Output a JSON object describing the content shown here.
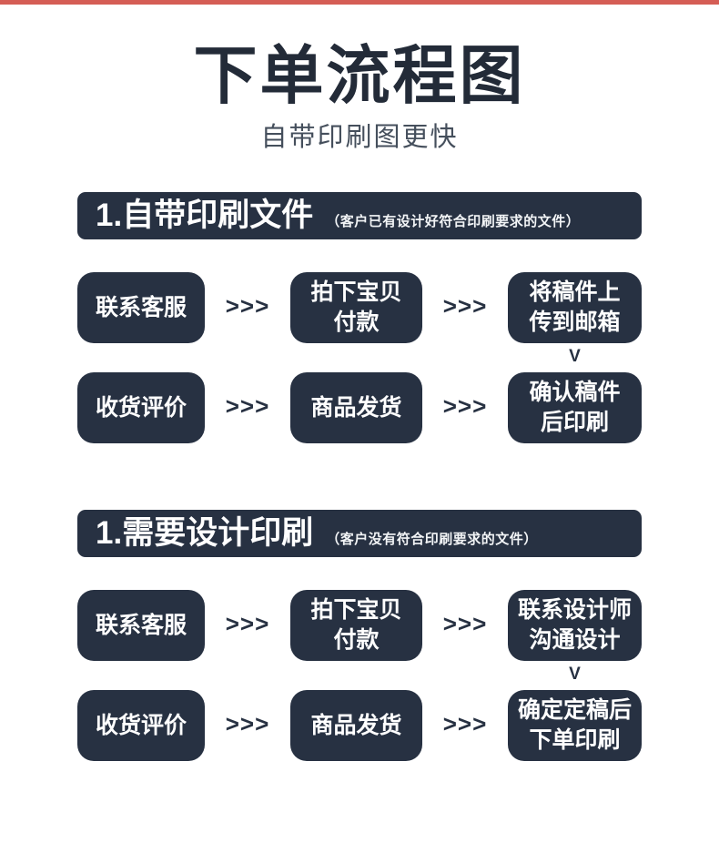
{
  "theme": {
    "accent_red": "#d55d55",
    "box_navy": "#273142",
    "title_color": "#232b38",
    "subtitle_color": "#454f5c",
    "box_text_color": "#ffffff"
  },
  "header": {
    "title": "下单流程图",
    "subtitle": "自带印刷图更快"
  },
  "flow": {
    "arrow": ">>>",
    "connector": "V"
  },
  "sections": [
    {
      "heading": "1.自带印刷文件",
      "note": "（客户已有设计好符合印刷要求的文件）",
      "rows": [
        {
          "steps": [
            {
              "line1": "联系客服"
            },
            {
              "line1": "拍下宝贝",
              "line2": "付款"
            },
            {
              "line1": "将稿件上",
              "line2": "传到邮箱"
            }
          ]
        },
        {
          "steps": [
            {
              "line1": "收货评价"
            },
            {
              "line1": "商品发货"
            },
            {
              "line1": "确认稿件",
              "line2": "后印刷"
            }
          ]
        }
      ]
    },
    {
      "heading": "1.需要设计印刷",
      "note": "（客户没有符合印刷要求的文件）",
      "rows": [
        {
          "steps": [
            {
              "line1": "联系客服"
            },
            {
              "line1": "拍下宝贝",
              "line2": "付款"
            },
            {
              "line1": "联系设计师",
              "line2": "沟通设计"
            }
          ]
        },
        {
          "steps": [
            {
              "line1": "收货评价"
            },
            {
              "line1": "商品发货"
            },
            {
              "line1": "确定定稿后",
              "line2": "下单印刷"
            }
          ]
        }
      ]
    }
  ]
}
